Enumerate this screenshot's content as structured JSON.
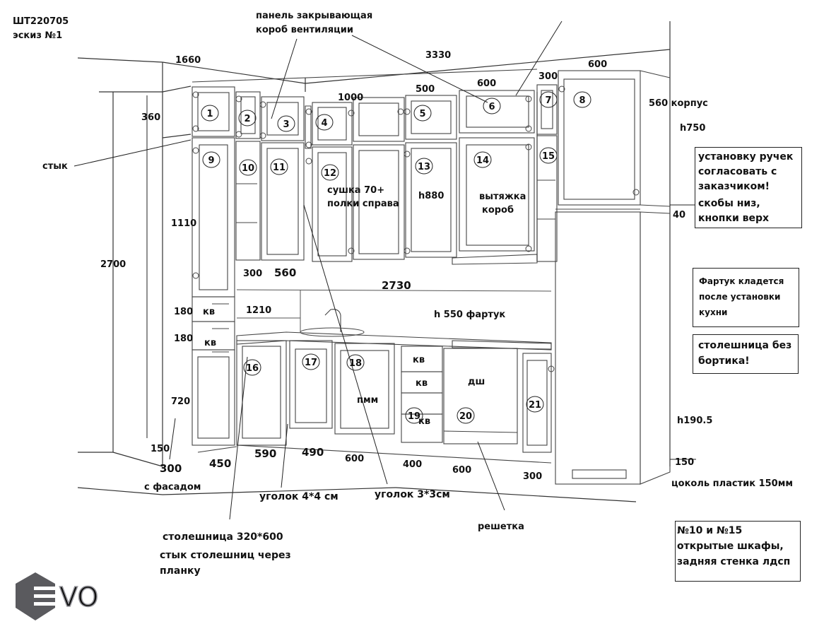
{
  "header": {
    "code": "ШТ220705",
    "sketch": "эскиз №1"
  },
  "dims": {
    "d1660": "1660",
    "d3330": "3330",
    "d1000": "1000",
    "d500": "500",
    "d600top": "600",
    "d300top": "300",
    "d600far": "600",
    "d360": "360",
    "d2700": "2700",
    "d1110": "1110",
    "d300mid": "300",
    "d560mid": "560",
    "d2730": "2730",
    "d180a": "180",
    "d180b": "180",
    "d1210": "1210",
    "d720": "720",
    "d150left": "150",
    "d300base": "300",
    "d450": "450",
    "d590": "590",
    "d490": "490",
    "d600b1": "600",
    "d400": "400",
    "d600b2": "600",
    "d300b": "300",
    "d40": "40",
    "d150right": "150",
    "h880": "h880",
    "h750": "h750",
    "h1905": "h190.5",
    "corpus560": "560 корпус"
  },
  "labels": {
    "panel": [
      "панель закрывающая",
      "короб вентиляции"
    ],
    "styk": "стык",
    "sushka": [
      "сушка 70+",
      "полки справа"
    ],
    "vytyazhka": [
      "вытяжка",
      "короб"
    ],
    "fartuk_h": "h 550 фартук",
    "kv": "кв",
    "pmm": "пмм",
    "dsh": "дш",
    "s_fasadom": "с фасадом",
    "ugolok4": "уголок 4*4 см",
    "ugolok3": "уголок 3*3см",
    "stoleshnitsa": [
      "столешница 320*600",
      "стык столешниц через",
      "планку"
    ],
    "reshetka": "решетка",
    "tsokol": "цоколь пластик 150мм"
  },
  "cabinets": [
    "1",
    "2",
    "3",
    "4",
    "5",
    "6",
    "7",
    "8",
    "9",
    "10",
    "11",
    "12",
    "13",
    "14",
    "15",
    "16",
    "17",
    "18",
    "19",
    "20",
    "21"
  ],
  "notes": {
    "handles": [
      "установку ручек",
      "согласовать с",
      "заказчиком!",
      "скобы низ,",
      "кнопки верх"
    ],
    "apron": [
      "Фартук кладется",
      "после установки",
      "кухни"
    ],
    "worktop": [
      "столешница без",
      "бортика!"
    ],
    "open": [
      "№10 и  №15",
      "открытые шкафы,",
      "задняя стенка лдсп"
    ]
  },
  "logo": {
    "text": "VO"
  }
}
